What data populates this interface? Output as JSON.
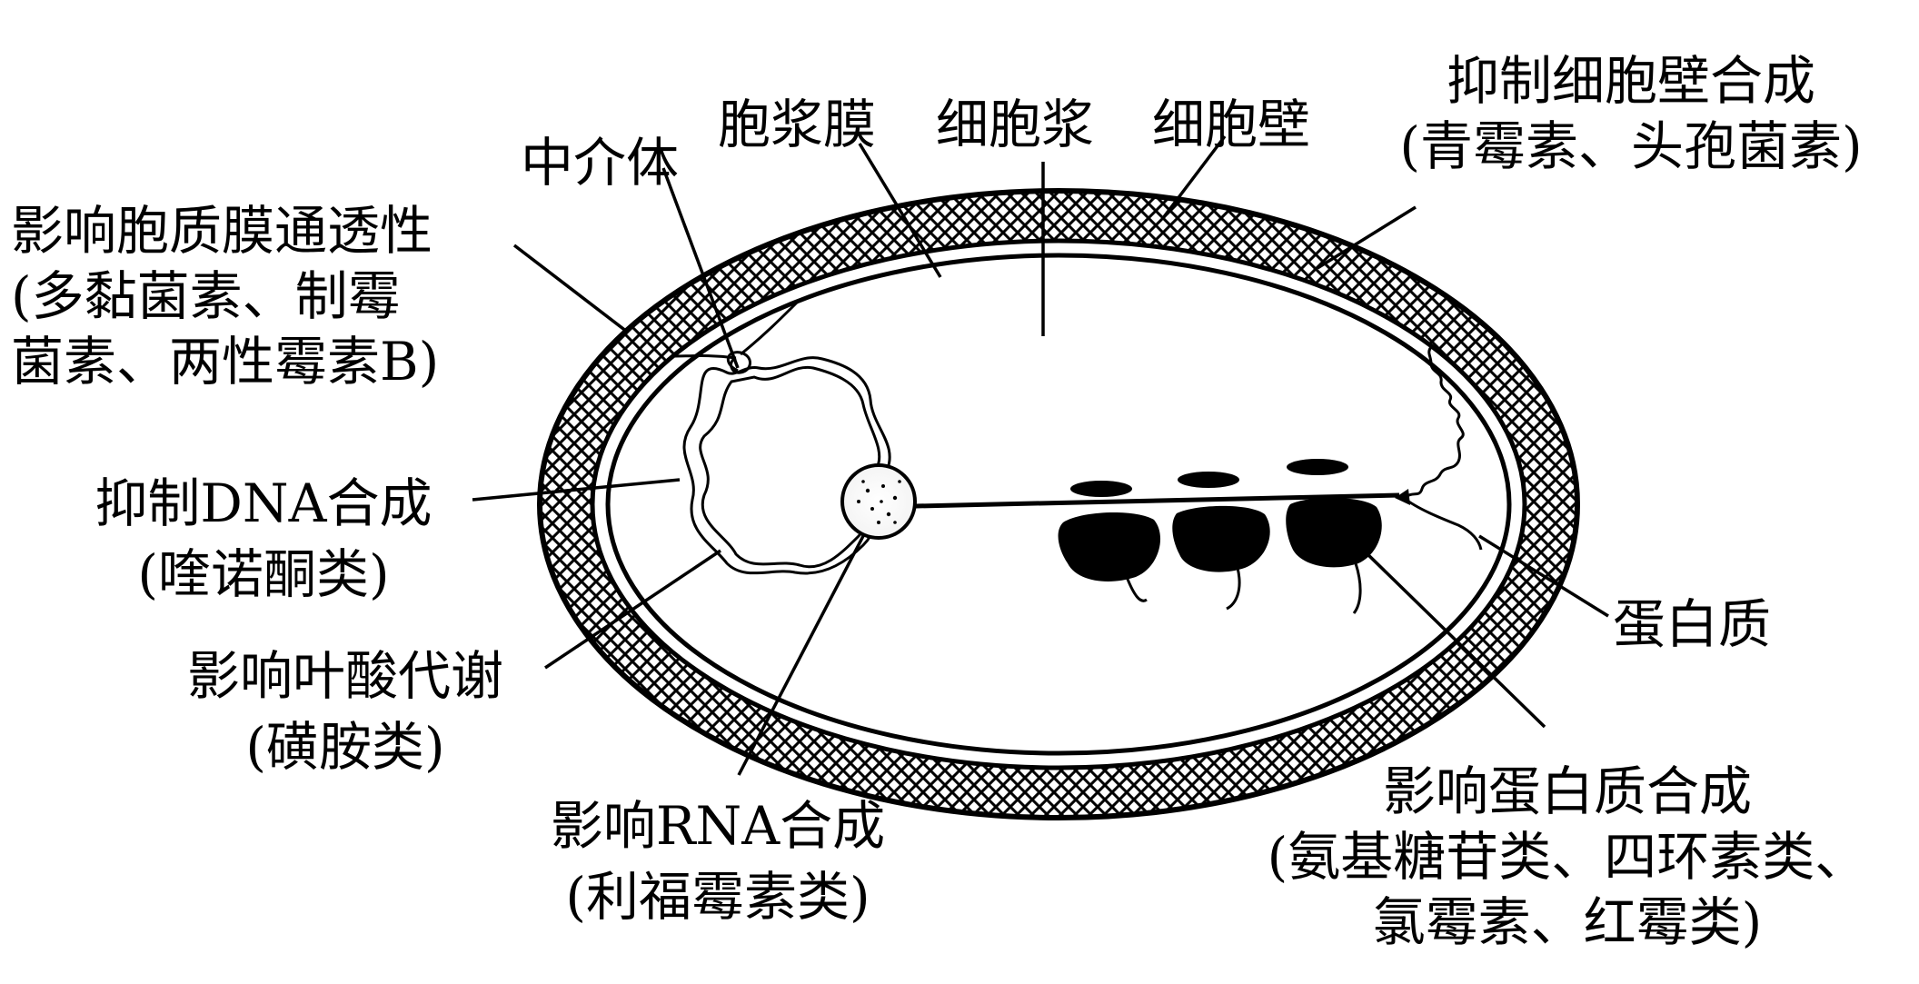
{
  "labels": {
    "membrane": "胞浆膜",
    "cytoplasm": "细胞浆",
    "cell_wall": "细胞壁",
    "mesosome": "中介体",
    "protein": "蛋白质",
    "wall_synthesis": {
      "line1": "抑制细胞壁合成",
      "line2": "(青霉素、头孢菌素)"
    },
    "permeability": {
      "line1": "影响胞质膜通透性",
      "line2": "(多黏菌素、制霉",
      "line3": "菌素、两性霉素B)"
    },
    "dna_synthesis": {
      "line1": "抑制DNA合成",
      "line2": "(喹诺酮类)"
    },
    "folate": {
      "line1": "影响叶酸代谢",
      "line2": "(磺胺类)"
    },
    "rna_synthesis": {
      "line1": "影响RNA合成",
      "line2": "(利福霉素类)"
    },
    "protein_synthesis": {
      "line1": "影响蛋白质合成",
      "line2": "(氨基糖苷类、四环素类、",
      "line3": "氯霉素、红霉类)"
    }
  }
}
